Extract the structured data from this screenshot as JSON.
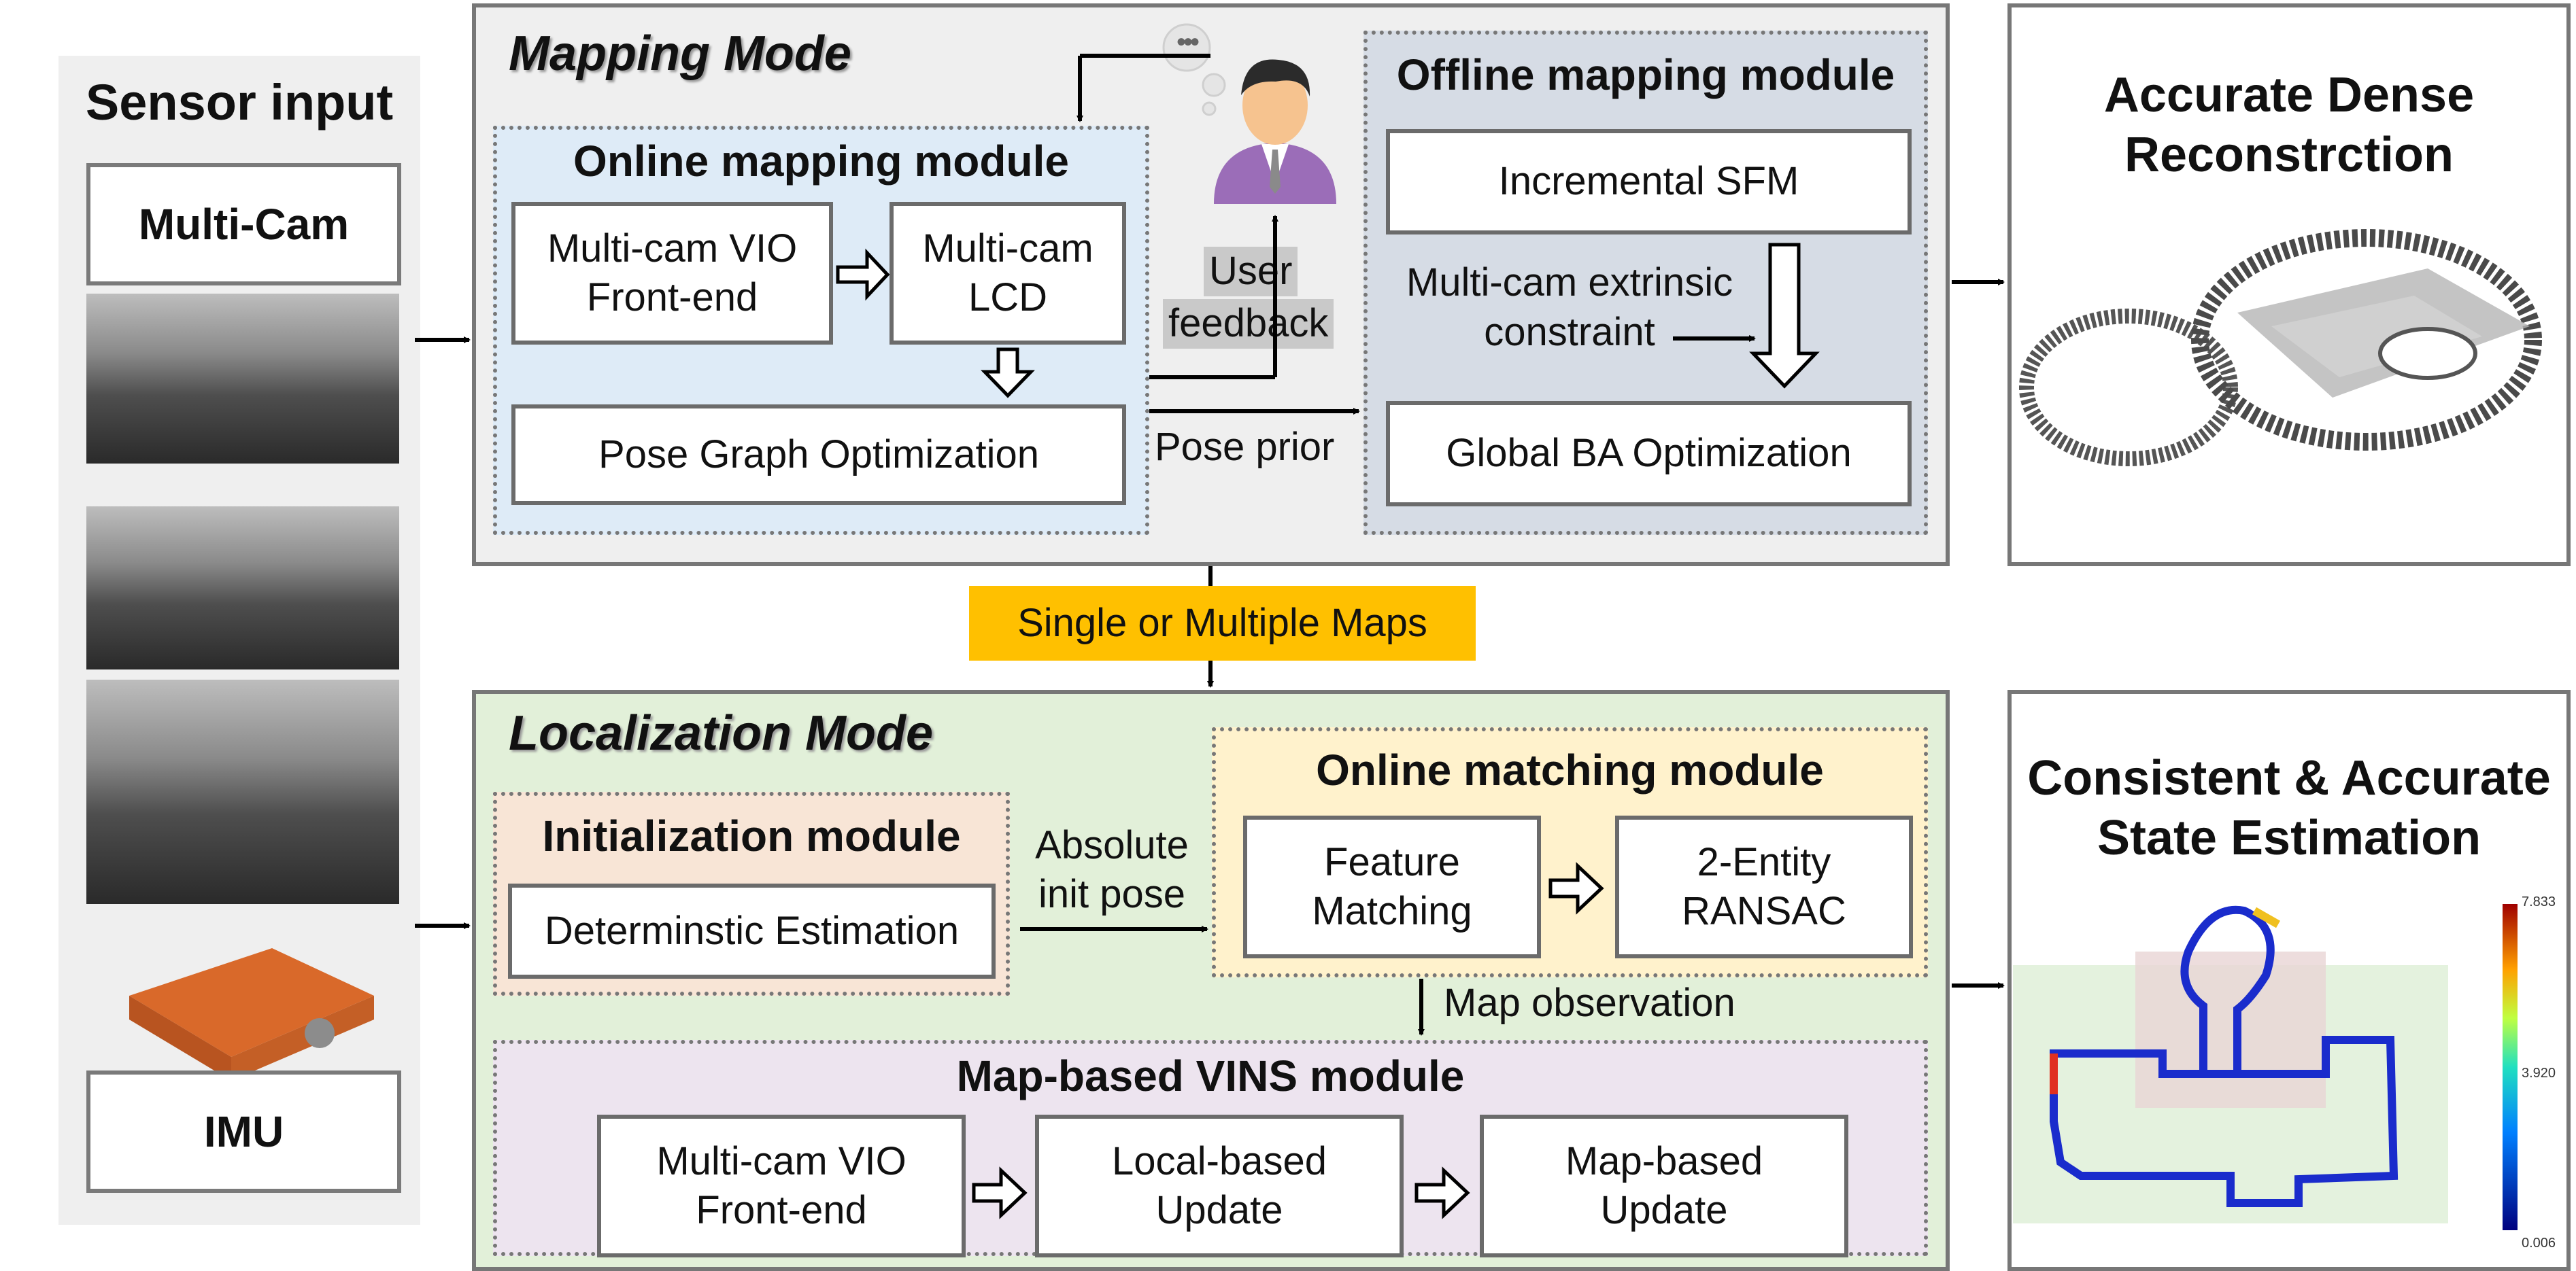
{
  "sensor": {
    "title": "Sensor input",
    "multicam": "Multi-Cam",
    "imu": "IMU"
  },
  "mapping": {
    "mode_title": "Mapping Mode",
    "online": {
      "title": "Online mapping module",
      "vio": "Multi-cam VIO\nFront-end",
      "lcd": "Multi-cam\nLCD",
      "pgo": "Pose Graph Optimization"
    },
    "offline": {
      "title": "Offline mapping module",
      "sfm": "Incremental SFM",
      "constraint": "Multi-cam extrinsic\nconstraint",
      "ba": "Global BA Optimization"
    },
    "user_feedback": [
      "User",
      "feedback"
    ],
    "pose_prior": "Pose prior",
    "user_dots": "•••"
  },
  "maps_label": "Single or Multiple Maps",
  "localization": {
    "mode_title": "Localization Mode",
    "init": {
      "title": "Initialization module",
      "estimation": "Determinstic Estimation"
    },
    "absolute": "Absolute\ninit pose",
    "matching": {
      "title": "Online matching module",
      "feature": "Feature\nMatching",
      "ransac": "2-Entity\nRANSAC"
    },
    "map_observation": "Map observation",
    "vins": {
      "title": "Map-based VINS module",
      "vio": "Multi-cam VIO\nFront-end",
      "local": "Local-based\nUpdate",
      "map": "Map-based\nUpdate"
    }
  },
  "outputs": {
    "dense": "Accurate Dense\nReconstrction",
    "state": "Consistent & Accurate\nState Estimation",
    "colorbar_max": "7.833",
    "colorbar_mid": "3.920",
    "colorbar_min": "0.006"
  },
  "colors": {
    "mapping_bg": "#efefef",
    "online_bg": "#deebf7",
    "offline_bg": "#d6dce5",
    "localization_bg": "#e2f0d9",
    "init_bg": "#f8e5d6",
    "matching_bg": "#fff2cc",
    "vins_bg": "#ede4ef",
    "maps_label_bg": "#ffc000",
    "user_feedback_bg": "#c9c9c9"
  }
}
